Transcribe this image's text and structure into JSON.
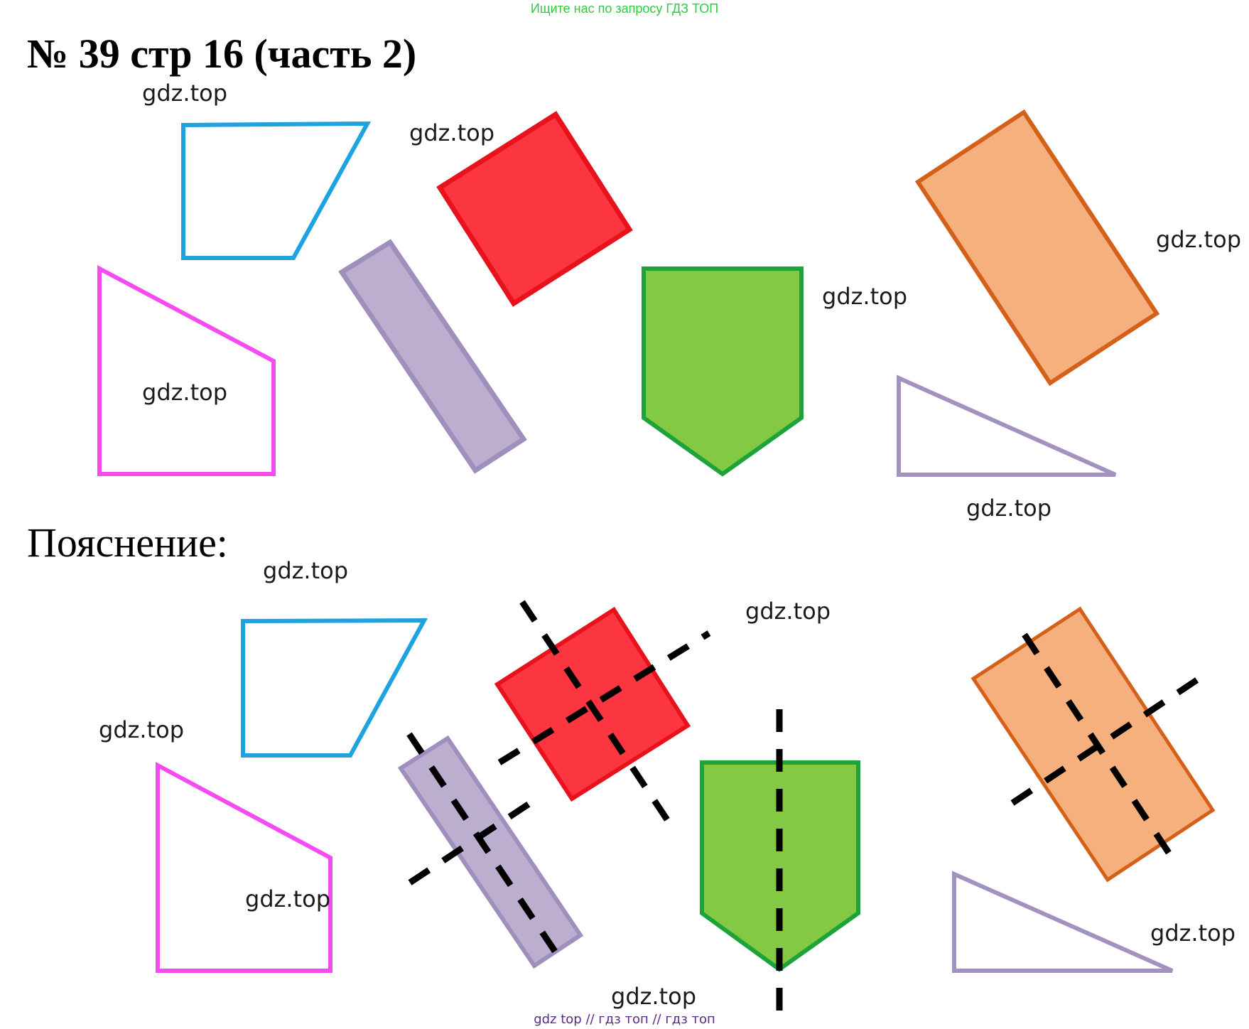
{
  "banner": "Ищите нас по запросу ГДЗ ТОП",
  "title": "№ 39 стр 16 (часть 2)",
  "subtitle": "Пояснение:",
  "watermark": "gdz.top",
  "footer": "gdz top  //  гдз топ  //  гдз топ",
  "colors": {
    "parallelogram": "#1ea3e0",
    "pentagon_outline": "#f44cf0",
    "rectangle_purple": "#bcaecf",
    "square_red": "#fc3641",
    "pentagon_green": "#84c943",
    "rectangle_orange": "#f5b07e",
    "triangle": "#a392c0",
    "axis": "#000000"
  }
}
